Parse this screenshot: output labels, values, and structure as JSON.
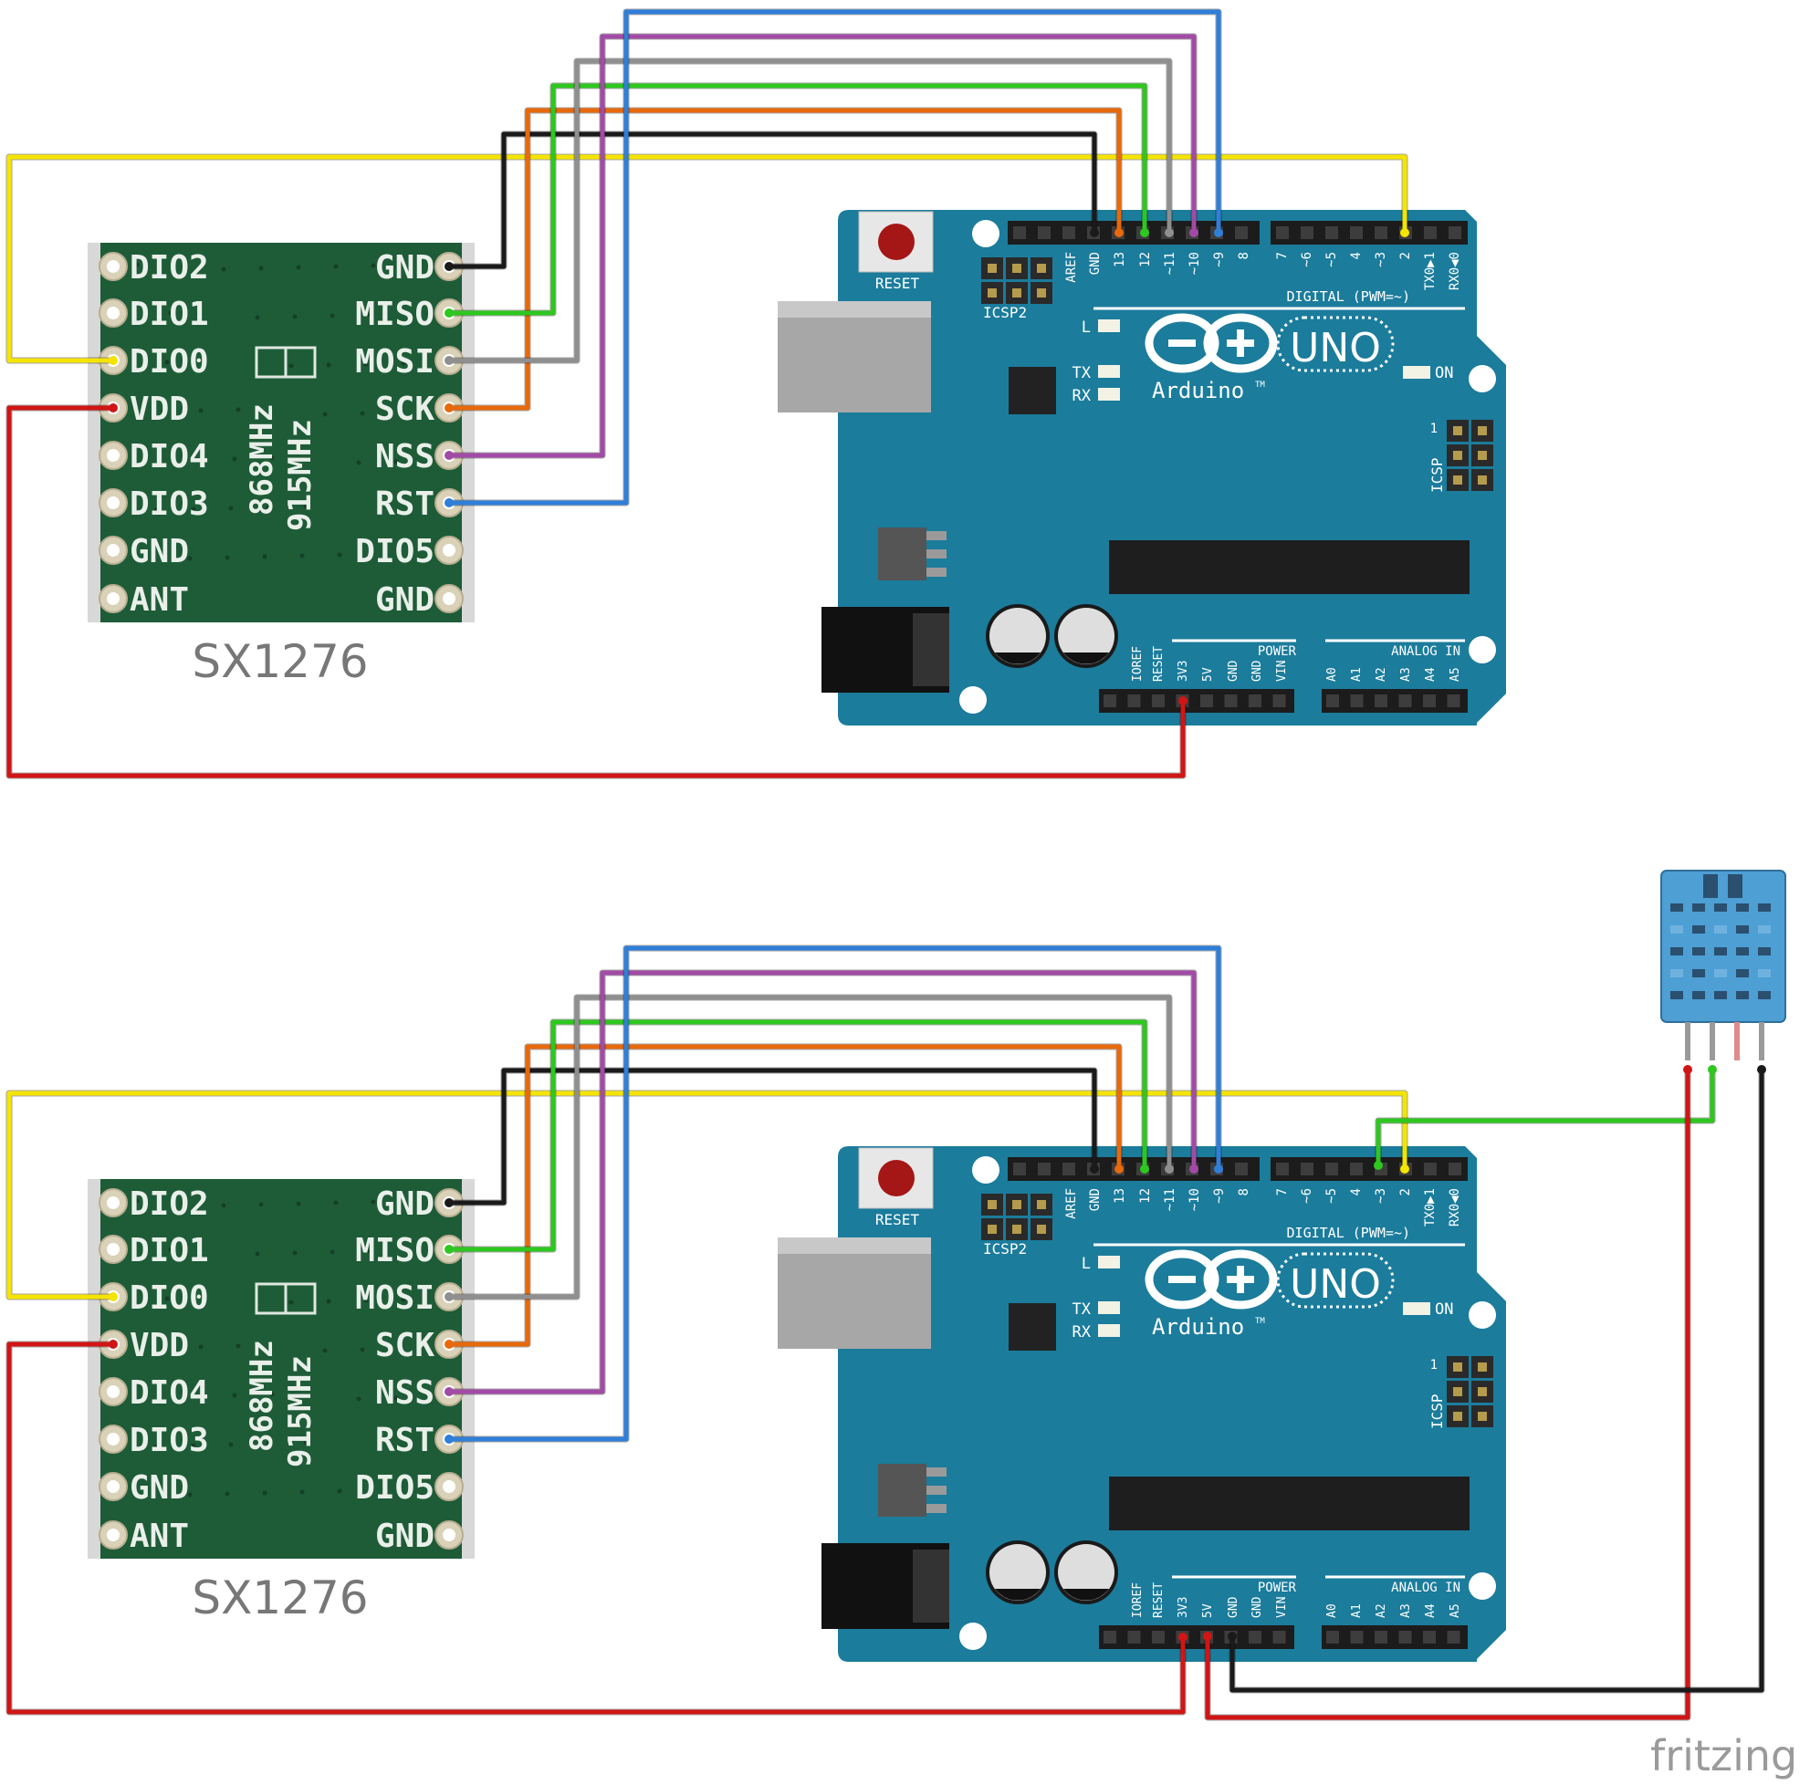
{
  "module": {
    "name": "SX1276",
    "freq_top": "868MHz",
    "freq_bottom": "915MHz",
    "left_pins": [
      "DIO2",
      "DIO1",
      "DIO0",
      "VDD",
      "DIO4",
      "DIO3",
      "GND",
      "ANT"
    ],
    "right_pins": [
      "GND",
      "MISO",
      "MOSI",
      "SCK",
      "NSS",
      "RST",
      "DIO5",
      "GND"
    ]
  },
  "arduino": {
    "brand": "Arduino",
    "tm": "TM",
    "model": "UNO",
    "reset_label": "RESET",
    "icsp2_label": "ICSP2",
    "icsp_label": "ICSP",
    "icsp_pin1": "1",
    "led_l": "L",
    "led_tx": "TX",
    "led_rx": "RX",
    "on_label": "ON",
    "digital_label": "DIGITAL (PWM=~)",
    "power_label": "POWER",
    "analog_label": "ANALOG IN",
    "digital_pins_a": [
      "AREF",
      "GND",
      "13",
      "12",
      "~11",
      "~10",
      "~9",
      "8"
    ],
    "digital_pins_b": [
      "7",
      "~6",
      "~5",
      "4",
      "~3",
      "2",
      "TX0▶1",
      "RX0◀0"
    ],
    "power_pins": [
      "IOREF",
      "RESET",
      "3V3",
      "5V",
      "GND",
      "GND",
      "VIN"
    ],
    "analog_pins": [
      "A0",
      "A1",
      "A2",
      "A3",
      "A4",
      "A5"
    ]
  },
  "watermark": "fritzing",
  "colors": {
    "board_blue": "#1b7c9c",
    "module_green": "#1e5c38",
    "sensor_blue": "#4d9fd4",
    "wire_yellow": "#f5e400",
    "wire_red": "#d11515",
    "wire_black": "#1a1a1a",
    "wire_orange": "#e8690c",
    "wire_green": "#2ec71f",
    "wire_gray": "#8f8f8f",
    "wire_purple": "#a24ba6",
    "wire_blue": "#2f7fd9"
  }
}
